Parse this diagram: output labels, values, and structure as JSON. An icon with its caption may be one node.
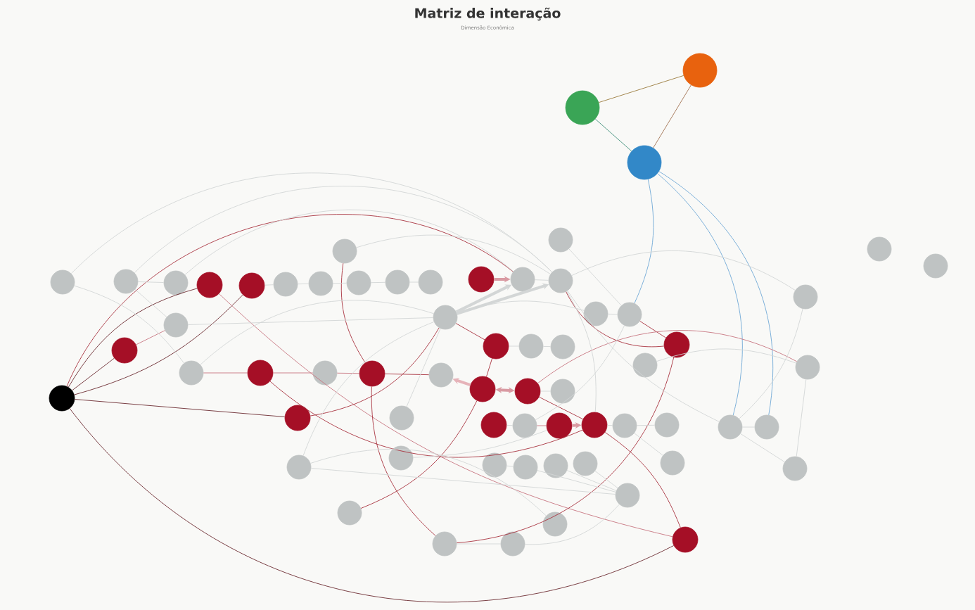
{
  "diagram": {
    "title": "Matriz de interação",
    "labels": [
      "Dimensão Econômica"
    ],
    "nodes": [
      {
        "text": [],
        "shape": "circle"
      },
      {
        "text": [],
        "shape": "circle"
      },
      {
        "text": [],
        "shape": "circle"
      },
      {
        "text": [],
        "shape": "circle"
      },
      {
        "text": [],
        "shape": "circle"
      },
      {
        "text": [],
        "shape": "circle"
      },
      {
        "text": [],
        "shape": "circle"
      },
      {
        "text": [],
        "shape": "circle"
      },
      {
        "text": [],
        "shape": "circle"
      },
      {
        "text": [],
        "shape": "circle"
      },
      {
        "text": [],
        "shape": "circle"
      },
      {
        "text": [],
        "shape": "circle"
      },
      {
        "text": [],
        "shape": "circle"
      },
      {
        "text": [],
        "shape": "circle"
      },
      {
        "text": [],
        "shape": "circle"
      },
      {
        "text": [],
        "shape": "circle"
      },
      {
        "text": [],
        "shape": "circle"
      },
      {
        "text": [],
        "shape": "circle"
      },
      {
        "text": [],
        "shape": "circle"
      },
      {
        "text": [],
        "shape": "circle"
      },
      {
        "text": [],
        "shape": "circle"
      },
      {
        "text": [],
        "shape": "circle"
      },
      {
        "text": [],
        "shape": "circle"
      },
      {
        "text": [],
        "shape": "circle"
      },
      {
        "text": [],
        "shape": "circle"
      },
      {
        "text": [],
        "shape": "circle"
      },
      {
        "text": [],
        "shape": "circle"
      },
      {
        "text": [],
        "shape": "circle"
      },
      {
        "text": [],
        "shape": "circle"
      },
      {
        "text": [],
        "shape": "circle"
      },
      {
        "text": [],
        "shape": "circle"
      },
      {
        "text": [],
        "shape": "circle"
      },
      {
        "text": [],
        "shape": "circle"
      },
      {
        "text": [],
        "shape": "circle"
      },
      {
        "text": [],
        "shape": "circle"
      },
      {
        "text": [],
        "shape": "circle"
      },
      {
        "text": [],
        "shape": "circle"
      },
      {
        "text": [],
        "shape": "circle"
      },
      {
        "text": [],
        "shape": "circle"
      },
      {
        "text": [],
        "shape": "circle"
      },
      {
        "text": [],
        "shape": "circle"
      },
      {
        "text": [],
        "shape": "circle"
      },
      {
        "text": [],
        "shape": "circle"
      },
      {
        "text": [],
        "shape": "circle"
      },
      {
        "text": [],
        "shape": "circle"
      },
      {
        "text": [],
        "shape": "circle"
      },
      {
        "text": [],
        "shape": "circle"
      },
      {
        "text": [],
        "shape": "circle"
      },
      {
        "text": [],
        "shape": "circle"
      },
      {
        "text": [],
        "shape": "circle"
      },
      {
        "text": [],
        "shape": "circle"
      },
      {
        "text": [],
        "shape": "circle"
      },
      {
        "text": [],
        "shape": "circle"
      },
      {
        "text": [],
        "shape": "circle"
      },
      {
        "text": [],
        "shape": "circle"
      },
      {
        "text": [],
        "shape": "circle"
      },
      {
        "text": [],
        "shape": "circle"
      },
      {
        "text": [],
        "shape": "circle"
      },
      {
        "text": [],
        "shape": "circle"
      },
      {
        "text": [],
        "shape": "circle"
      },
      {
        "text": [],
        "shape": "circle"
      },
      {
        "text": [],
        "shape": "circle"
      },
      {
        "text": [],
        "shape": "circle"
      },
      {
        "text": [],
        "shape": "circle"
      },
      {
        "text": [],
        "shape": "circle"
      }
    ],
    "edges": [
      {
        "from": 0,
        "to": 1,
        "arrow": "none",
        "color": "#9a7b3c"
      },
      {
        "from": 0,
        "to": 2,
        "arrow": "none",
        "color": "#a07050"
      },
      {
        "from": 1,
        "to": 2,
        "arrow": "none",
        "color": "#3f8f7a"
      },
      {
        "from": 2,
        "to": 23,
        "arrow": "none",
        "color": "#6fa8d6"
      },
      {
        "from": 2,
        "to": 49,
        "arrow": "none",
        "color": "#6fa8d6"
      },
      {
        "from": 2,
        "to": 50,
        "arrow": "none",
        "color": "#6fa8d6"
      },
      {
        "from": 32,
        "to": 6,
        "arrow": "none",
        "color": "#6b2a30"
      },
      {
        "from": 32,
        "to": 7,
        "arrow": "none",
        "color": "#6b2a30"
      },
      {
        "from": 32,
        "to": 25,
        "arrow": "none",
        "color": "#6b2a30"
      },
      {
        "from": 32,
        "to": 41,
        "arrow": "none",
        "color": "#6b2a30"
      },
      {
        "from": 32,
        "to": 64,
        "arrow": "none",
        "color": "#6b2a30"
      },
      {
        "from": 32,
        "to": 15,
        "arrow": "none",
        "color": "#a8323e"
      },
      {
        "from": 25,
        "to": 20,
        "arrow": "none",
        "color": "#c77580"
      },
      {
        "from": 6,
        "to": 64,
        "arrow": "none",
        "color": "#c77580"
      },
      {
        "from": 34,
        "to": 33,
        "arrow": "none",
        "color": "#c77580"
      },
      {
        "from": 34,
        "to": 35,
        "arrow": "none",
        "color": "#c77580"
      },
      {
        "from": 35,
        "to": 36,
        "arrow": "none",
        "color": "#c77580"
      },
      {
        "from": 36,
        "to": 13,
        "arrow": "none",
        "color": "#a8323e"
      },
      {
        "from": 36,
        "to": 37,
        "arrow": "none",
        "color": "#a8323e"
      },
      {
        "from": 34,
        "to": 46,
        "arrow": "none",
        "color": "#a8323e"
      },
      {
        "from": 41,
        "to": 21,
        "arrow": "none",
        "color": "#a8323e"
      },
      {
        "from": 26,
        "to": 21,
        "arrow": "none",
        "color": "#a8323e"
      },
      {
        "from": 26,
        "to": 38,
        "arrow": "none",
        "color": "#a8323e"
      },
      {
        "from": 38,
        "to": 39,
        "arrow": "both",
        "style": "thick",
        "color": "#d99aa2"
      },
      {
        "from": 38,
        "to": 37,
        "arrow": "to",
        "style": "thick",
        "color": "#e6b3b9"
      },
      {
        "from": 39,
        "to": 46,
        "arrow": "none",
        "color": "#a8323e"
      },
      {
        "from": 44,
        "to": 45,
        "arrow": "none",
        "color": "#c77580"
      },
      {
        "from": 45,
        "to": 46,
        "arrow": "to",
        "style": "thick",
        "color": "#d99aa2"
      },
      {
        "from": 46,
        "to": 64,
        "arrow": "none",
        "color": "#a8323e"
      },
      {
        "from": 29,
        "to": 16,
        "arrow": "none",
        "color": "#a8323e"
      },
      {
        "from": 29,
        "to": 23,
        "arrow": "none",
        "color": "#a8323e"
      },
      {
        "from": 29,
        "to": 62,
        "arrow": "none",
        "color": "#a8323e"
      },
      {
        "from": 38,
        "to": 60,
        "arrow": "none",
        "color": "#a8323e"
      },
      {
        "from": 39,
        "to": 31,
        "arrow": "none",
        "color": "#c77580"
      },
      {
        "from": 14,
        "to": 15,
        "arrow": "to",
        "style": "thick",
        "color": "#d99aa2"
      },
      {
        "from": 36,
        "to": 62,
        "arrow": "none",
        "color": "#a8323e"
      },
      {
        "from": 3,
        "to": 33,
        "arrow": "none"
      },
      {
        "from": 4,
        "to": 5,
        "arrow": "none"
      },
      {
        "from": 4,
        "to": 20,
        "arrow": "none"
      },
      {
        "from": 7,
        "to": 8,
        "arrow": "none"
      },
      {
        "from": 8,
        "to": 9,
        "arrow": "none"
      },
      {
        "from": 9,
        "to": 10,
        "arrow": "none"
      },
      {
        "from": 10,
        "to": 11,
        "arrow": "none"
      },
      {
        "from": 11,
        "to": 12,
        "arrow": "none"
      },
      {
        "from": 13,
        "to": 16,
        "arrow": "none"
      },
      {
        "from": 15,
        "to": 16,
        "arrow": "none"
      },
      {
        "from": 21,
        "to": 15,
        "arrow": "to",
        "style": "thick"
      },
      {
        "from": 21,
        "to": 16,
        "arrow": "to",
        "style": "thick"
      },
      {
        "from": 21,
        "to": 22,
        "arrow": "none"
      },
      {
        "from": 20,
        "to": 21,
        "arrow": "none"
      },
      {
        "from": 33,
        "to": 21,
        "arrow": "none"
      },
      {
        "from": 17,
        "to": 23,
        "arrow": "none"
      },
      {
        "from": 22,
        "to": 23,
        "arrow": "none"
      },
      {
        "from": 23,
        "to": 44,
        "arrow": "none"
      },
      {
        "from": 16,
        "to": 46,
        "arrow": "none"
      },
      {
        "from": 16,
        "to": 24,
        "arrow": "none"
      },
      {
        "from": 16,
        "to": 49,
        "arrow": "none"
      },
      {
        "from": 24,
        "to": 49,
        "arrow": "none"
      },
      {
        "from": 31,
        "to": 51,
        "arrow": "none"
      },
      {
        "from": 53,
        "to": 21,
        "arrow": "none"
      },
      {
        "from": 53,
        "to": 59,
        "arrow": "none"
      },
      {
        "from": 53,
        "to": 61,
        "arrow": "none"
      },
      {
        "from": 52,
        "to": 45,
        "arrow": "none"
      },
      {
        "from": 55,
        "to": 59,
        "arrow": "none"
      },
      {
        "from": 56,
        "to": 59,
        "arrow": "none"
      },
      {
        "from": 57,
        "to": 59,
        "arrow": "none"
      },
      {
        "from": 62,
        "to": 63,
        "arrow": "none"
      },
      {
        "from": 63,
        "to": 59,
        "arrow": "none"
      },
      {
        "from": 47,
        "to": 58,
        "arrow": "none"
      },
      {
        "from": 40,
        "to": 39,
        "arrow": "none"
      },
      {
        "from": 27,
        "to": 26,
        "arrow": "none"
      },
      {
        "from": 28,
        "to": 27,
        "arrow": "none"
      },
      {
        "from": 44,
        "to": 43,
        "arrow": "none"
      },
      {
        "from": 3,
        "to": 16,
        "arrow": "none"
      },
      {
        "from": 4,
        "to": 16,
        "arrow": "none"
      },
      {
        "from": 5,
        "to": 15,
        "arrow": "none"
      },
      {
        "from": 46,
        "to": 47,
        "arrow": "none"
      },
      {
        "from": 47,
        "to": 48,
        "arrow": "none"
      },
      {
        "from": 49,
        "to": 50,
        "arrow": "none"
      },
      {
        "from": 49,
        "to": 51,
        "arrow": "none"
      },
      {
        "from": 42,
        "to": 21,
        "arrow": "none"
      },
      {
        "from": 54,
        "to": 55,
        "arrow": "none"
      },
      {
        "from": 30,
        "to": 31,
        "arrow": "none"
      }
    ]
  }
}
